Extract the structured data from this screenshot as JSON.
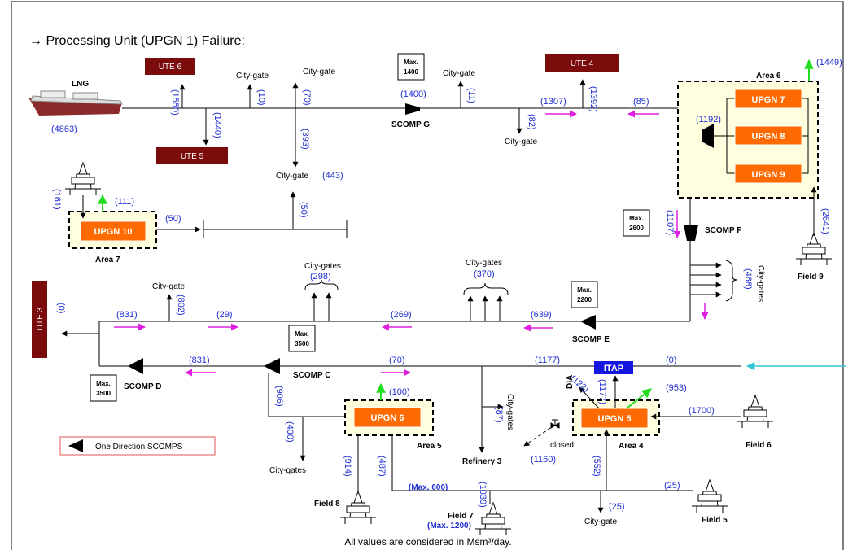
{
  "title": "→ Processing Unit (UPGN 1) Failure:",
  "footer": "All values are considered in Msm³/day.",
  "legend": "One Direction SCOMPS",
  "colors": {
    "upgn": "#ff6a00",
    "ute": "#7a0c0c",
    "value": "#1f2fd0",
    "area": "#ffffe0",
    "itap": "#1515e0",
    "flow_arrow": "#e020e0",
    "green_arrow": "#22dd22",
    "cyan_arrow": "#33c4d4"
  },
  "labels": {
    "lng": "LNG",
    "ute6": "UTE 6",
    "ute5": "UTE 5",
    "ute4": "UTE 4",
    "ute3": "UTE 3",
    "cg": "City-gate",
    "cgs": "City-gates",
    "scompG": "SCOMP G",
    "scompF": "SCOMP F",
    "scompE": "SCOMP E",
    "scompD": "SCOMP D",
    "scompC": "SCOMP C",
    "max": "Max.",
    "max1400": "1400",
    "max2600": "2600",
    "max2200": "2200",
    "max3500": "3500",
    "area6": "Area 6",
    "area7": "Area 7",
    "area5": "Area 5",
    "area4": "Area 4",
    "upgn7": "UPGN 7",
    "upgn8": "UPGN 8",
    "upgn9": "UPGN 9",
    "upgn10": "UPGN 10",
    "upgn6": "UPGN 6",
    "upgn5": "UPGN 5",
    "field9": "Field 9",
    "field6": "Field 6",
    "field8": "Field 8",
    "field7": "Field 7",
    "field5": "Field 5",
    "itap": "ITAP",
    "dia": "DIA",
    "closed": "closed",
    "refinery3": "Refinery 3",
    "max600": "(Max. 600)",
    "max1200": "(Max. 1200)"
  },
  "values": {
    "v4863": "(4863)",
    "v1550": "(1550)",
    "v1440": "(1440)",
    "v10": "(10)",
    "v70a": "(70)",
    "v393": "(393)",
    "v443": "(443)",
    "v1400": "(1400)",
    "v11": "(11)",
    "v82": "(82)",
    "v1307": "(1307)",
    "v1392": "(1392)",
    "v85": "(85)",
    "v1449": "(1449)",
    "v1192": "(1192)",
    "v2641": "(2641)",
    "v1107": "(1107)",
    "v161": "(161)",
    "v111": "(111)",
    "v50a": "(50)",
    "v50b": "(50)",
    "v468": "(468)",
    "v0a": "(0)",
    "v831a": "(831)",
    "v802": "(802)",
    "v29": "(29)",
    "v298": "(298)",
    "v269": "(269)",
    "v370": "(370)",
    "v639": "(639)",
    "v831b": "(831)",
    "v70b": "(70)",
    "v1177a": "(1177)",
    "v0b": "(0)",
    "v100": "(100)",
    "v906": "(906)",
    "v400": "(400)",
    "v87": "(87)",
    "v122": "(122)",
    "v1177b": "(1177)",
    "v953": "(953)",
    "v1700": "(1700)",
    "v1160": "(1160)",
    "v914": "(914)",
    "v487": "(487)",
    "v552": "(552)",
    "v1039": "(1039)",
    "v25a": "(25)",
    "v25b": "(25)"
  }
}
